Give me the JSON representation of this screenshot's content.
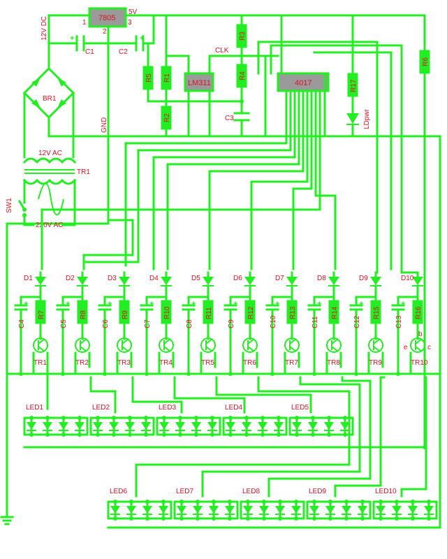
{
  "labels": {
    "reg": "7805",
    "reg_pin1": "1",
    "reg_pin2": "2",
    "reg_pin3": "3",
    "v5": "5V",
    "v12": "12V DC",
    "c1": "C1",
    "c2": "C2",
    "br1": "BR1",
    "gnd": "GND",
    "ac12": "12V AC",
    "tr1": "TR1",
    "sw1": "SW1",
    "ac230": "230V AC",
    "r1": "R1",
    "r2": "R2",
    "r3": "R3",
    "r4": "R4",
    "r5": "R5",
    "r6": "R6",
    "r17": "R17",
    "clk": "CLK",
    "lm311": "LM311",
    "c3": "C3",
    "ic4017": "4017",
    "ldpwr": "LDpwr",
    "e": "e",
    "b": "b",
    "c": "c"
  },
  "stages": [
    {
      "d": "D1",
      "c": "C4",
      "r": "R7",
      "tr": "TR1"
    },
    {
      "d": "D2",
      "c": "C5",
      "r": "R8",
      "tr": "TR2"
    },
    {
      "d": "D3",
      "c": "C6",
      "r": "R9",
      "tr": "TR3"
    },
    {
      "d": "D4",
      "c": "C7",
      "r": "R10",
      "tr": "TR4"
    },
    {
      "d": "D5",
      "c": "C8",
      "r": "R11",
      "tr": "TR5"
    },
    {
      "d": "D6",
      "c": "C9",
      "r": "R12",
      "tr": "TR6"
    },
    {
      "d": "D7",
      "c": "C10",
      "r": "R13",
      "tr": "TR7"
    },
    {
      "d": "D8",
      "c": "C11",
      "r": "R14",
      "tr": "TR8"
    },
    {
      "d": "D9",
      "c": "C12",
      "r": "R15",
      "tr": "TR9"
    },
    {
      "d": "D10",
      "c": "C13",
      "r": "R16",
      "tr": "TR10"
    }
  ],
  "leds": [
    "LED1",
    "LED2",
    "LED3",
    "LED4",
    "LED5",
    "LED6",
    "LED7",
    "LED8",
    "LED9",
    "LED10"
  ]
}
